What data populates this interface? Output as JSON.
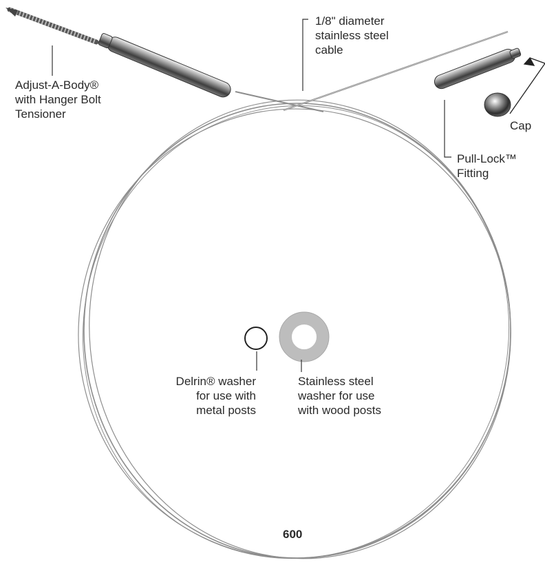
{
  "labels": {
    "adjust_a_body": [
      "Adjust-A-Body®",
      "with Hanger Bolt",
      "Tensioner"
    ],
    "cable": [
      "1/8\" diameter",
      "stainless steel",
      "cable"
    ],
    "cap": "Cap",
    "pull_lock": [
      "Pull-Lock™",
      "Fitting"
    ],
    "delrin_washer": [
      "Delrin® washer",
      "for use with",
      "metal posts"
    ],
    "steel_washer": [
      "Stainless steel",
      "washer for use",
      "with wood posts"
    ],
    "figure_number": "600"
  },
  "colors": {
    "cable": "#8d8d8d",
    "metal_dark": "#4a4a4a",
    "metal_light": "#e6e6e6",
    "washer_steel": "#bdbdbd",
    "text": "#2a2a2a"
  }
}
